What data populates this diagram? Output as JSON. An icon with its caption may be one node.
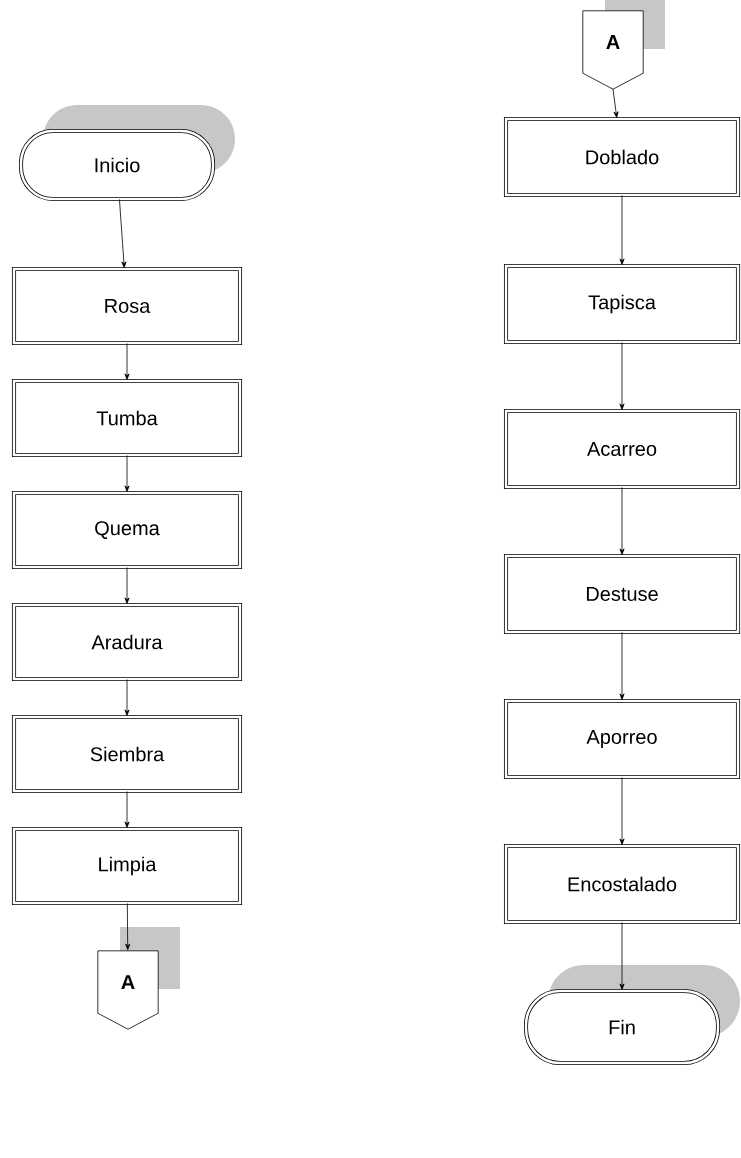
{
  "diagram": {
    "nodes": [
      {
        "text": [
          "Inicio"
        ]
      },
      {
        "text": [
          "Rosa"
        ]
      },
      {
        "text": [
          "Tumba"
        ]
      },
      {
        "text": [
          "Quema"
        ]
      },
      {
        "text": [
          "Aradura"
        ]
      },
      {
        "text": [
          "Siembra"
        ]
      },
      {
        "text": [
          "Limpia"
        ]
      },
      {
        "text": [
          "A"
        ]
      },
      {
        "text": [
          "A"
        ]
      },
      {
        "text": [
          "Doblado"
        ]
      },
      {
        "text": [
          "Tapisca"
        ]
      },
      {
        "text": [
          "Acarreo"
        ]
      },
      {
        "text": [
          "Destuse"
        ]
      },
      {
        "text": [
          "Aporreo"
        ]
      },
      {
        "text": [
          "Encostalado"
        ]
      },
      {
        "text": [
          "Fin"
        ]
      }
    ],
    "edges": [
      {
        "from": 0,
        "to": 1,
        "arrow": "to"
      },
      {
        "from": 1,
        "to": 2,
        "arrow": "to"
      },
      {
        "from": 2,
        "to": 3,
        "arrow": "to"
      },
      {
        "from": 3,
        "to": 4,
        "arrow": "to"
      },
      {
        "from": 4,
        "to": 5,
        "arrow": "to"
      },
      {
        "from": 5,
        "to": 6,
        "arrow": "to"
      },
      {
        "from": 6,
        "to": 7,
        "arrow": "to"
      },
      {
        "from": 8,
        "to": 9,
        "arrow": "to"
      },
      {
        "from": 9,
        "to": 10,
        "arrow": "to"
      },
      {
        "from": 10,
        "to": 11,
        "arrow": "to"
      },
      {
        "from": 11,
        "to": 12,
        "arrow": "to"
      },
      {
        "from": 12,
        "to": 13,
        "arrow": "to"
      },
      {
        "from": 13,
        "to": 14,
        "arrow": "to"
      },
      {
        "from": 14,
        "to": 15,
        "arrow": "to"
      }
    ]
  }
}
